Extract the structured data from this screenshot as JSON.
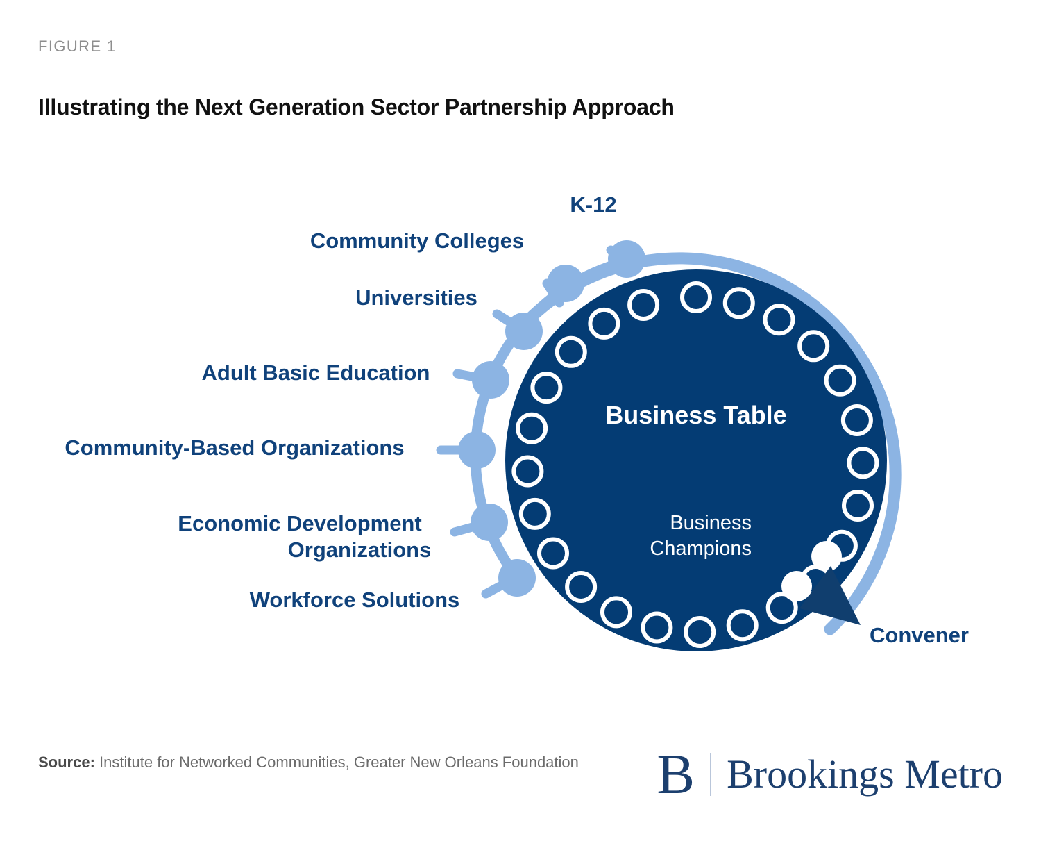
{
  "figure": {
    "label": "FIGURE 1",
    "title": "Illustrating the Next Generation Sector Partnership Approach"
  },
  "diagram": {
    "center_title": "Business Table",
    "champions_line1": "Business",
    "champions_line2": "Champions",
    "convener_label": "Convener",
    "partner_labels": [
      "K-12",
      "Community Colleges",
      "Universities",
      "Adult Basic Education",
      "Community-Based Organizations",
      "Economic Development",
      "Organizations",
      "Workforce Solutions"
    ],
    "colors": {
      "navy_fill": "#043C74",
      "node_blue": "#8CB4E3",
      "ring_blue": "#8CB4E3",
      "label_navy": "#10427B",
      "arrow_navy": "#103E6E",
      "white": "#FFFFFF"
    }
  },
  "footer": {
    "source_prefix": "Source:",
    "source_text": " Institute for Networked Communities, Greater New Orleans Foundation",
    "brand_mark": "B",
    "brand_name": "Brookings Metro"
  }
}
